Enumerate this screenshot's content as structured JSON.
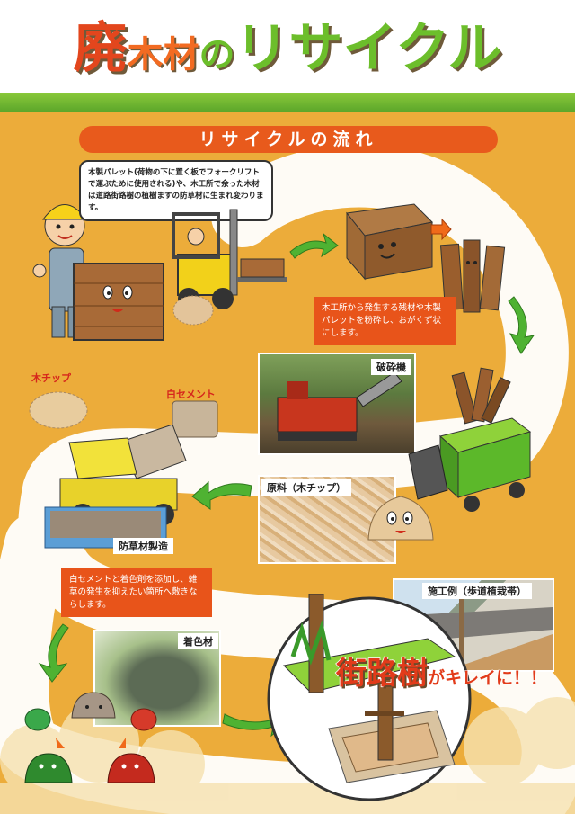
{
  "title": {
    "part1": "廃",
    "part2": "木材",
    "part3": "の",
    "part4": "リサイクル"
  },
  "section_heading": "リサイクルの流れ",
  "worker_speech": "木製パレット(荷物の下に置く板でフォークリフトで運ぶために使用される)や、木工所で余った木材は道路街路樹の植樹ますの防草材に生まれ変わります。",
  "crush_note": "木工所から発生する残材や木製パレットを粉砕し、おがくず状にします。",
  "labels": {
    "crusher": "破砕機",
    "raw_material": "原料（木チップ）",
    "wood_chip": "木チップ",
    "white_cement": "白セメント",
    "manufacture": "防草材製造",
    "colorant": "着色材",
    "example": "施工例（歩道植栽帯）"
  },
  "mixing_note": "白セメントと着色剤を添加し、雑草の発生を抑えたい箇所へ敷きならします。",
  "street_trees": {
    "big": "街路樹",
    "small": "がキレイに！！"
  },
  "colors": {
    "orange_bg": "#ecac3a",
    "accent_orange": "#e8541a",
    "green": "#6cbe2b",
    "title_red": "#e3461d"
  }
}
